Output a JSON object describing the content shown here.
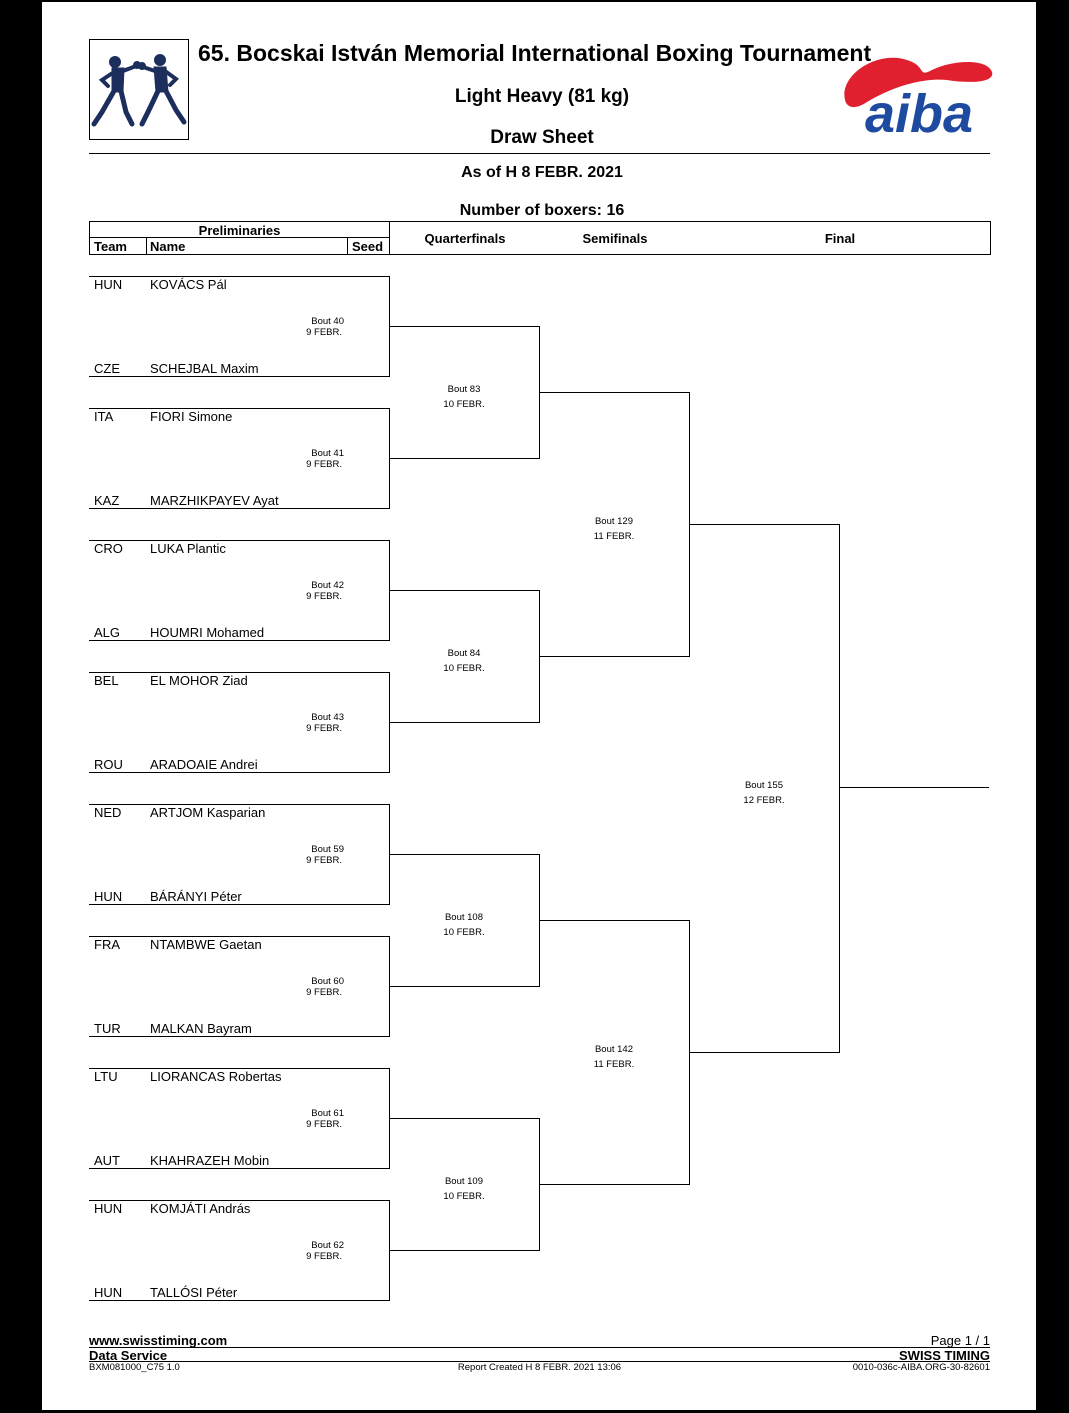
{
  "header": {
    "title": "65. Bocskai István Memorial International Boxing Tournament",
    "weight_class": "Light Heavy (81 kg)",
    "sheet_title": "Draw Sheet",
    "as_of": "As of H 8 FEBR. 2021",
    "boxer_count": "Number of boxers: 16",
    "aiba_logo_text": "aiba"
  },
  "columns": {
    "preliminaries": "Preliminaries",
    "team": "Team",
    "name": "Name",
    "seed": "Seed",
    "quarterfinals": "Quarterfinals",
    "semifinals": "Semifinals",
    "final": "Final"
  },
  "boxers": [
    {
      "team": "HUN",
      "name": "KOVÁCS Pál"
    },
    {
      "team": "CZE",
      "name": "SCHEJBAL Maxim"
    },
    {
      "team": "ITA",
      "name": "FIORI Simone"
    },
    {
      "team": "KAZ",
      "name": "MARZHIKPAYEV Ayat"
    },
    {
      "team": "CRO",
      "name": "LUKA Plantic"
    },
    {
      "team": "ALG",
      "name": "HOUMRI Mohamed"
    },
    {
      "team": "BEL",
      "name": "EL MOHOR Ziad"
    },
    {
      "team": "ROU",
      "name": "ARADOAIE Andrei"
    },
    {
      "team": "NED",
      "name": "ARTJOM Kasparian"
    },
    {
      "team": "HUN",
      "name": "BÁRÁNYI Péter"
    },
    {
      "team": "FRA",
      "name": "NTAMBWE Gaetan"
    },
    {
      "team": "TUR",
      "name": "MALKAN Bayram"
    },
    {
      "team": "LTU",
      "name": "LIORANCAS Robertas"
    },
    {
      "team": "AUT",
      "name": "KHAHRAZEH Mobin"
    },
    {
      "team": "HUN",
      "name": "KOMJÁTI András"
    },
    {
      "team": "HUN",
      "name": "TALLÓSI Péter"
    }
  ],
  "bouts": {
    "prelim": [
      {
        "bout": "Bout  40",
        "date": "9 FEBR."
      },
      {
        "bout": "Bout  41",
        "date": "9 FEBR."
      },
      {
        "bout": "Bout  42",
        "date": "9 FEBR."
      },
      {
        "bout": "Bout  43",
        "date": "9 FEBR."
      },
      {
        "bout": "Bout  59",
        "date": "9 FEBR."
      },
      {
        "bout": "Bout  60",
        "date": "9 FEBR."
      },
      {
        "bout": "Bout  61",
        "date": "9 FEBR."
      },
      {
        "bout": "Bout  62",
        "date": "9 FEBR."
      }
    ],
    "quarter": [
      {
        "bout": "Bout  83",
        "date": "10 FEBR."
      },
      {
        "bout": "Bout  84",
        "date": "10 FEBR."
      },
      {
        "bout": "Bout  108",
        "date": "10 FEBR."
      },
      {
        "bout": "Bout  109",
        "date": "10 FEBR."
      }
    ],
    "semi": [
      {
        "bout": "Bout  129",
        "date": "11 FEBR."
      },
      {
        "bout": "Bout  142",
        "date": "11 FEBR."
      }
    ],
    "final": [
      {
        "bout": "Bout  155",
        "date": "12 FEBR."
      }
    ]
  },
  "footer": {
    "website": "www.swisstiming.com",
    "data_service": "Data Service",
    "doc_code": "BXM081000_C75 1.0",
    "report_created": "Report Created  H 8 FEBR. 2021 13:06",
    "page": "Page 1 / 1",
    "company": "SWISS TIMING",
    "ref_code": "0010-036c-AIBA.ORG-30-82601"
  },
  "colors": {
    "boxer_logo": "#1c2e5c",
    "aiba_blue": "#1e4aa0",
    "aiba_red": "#e0202e"
  }
}
